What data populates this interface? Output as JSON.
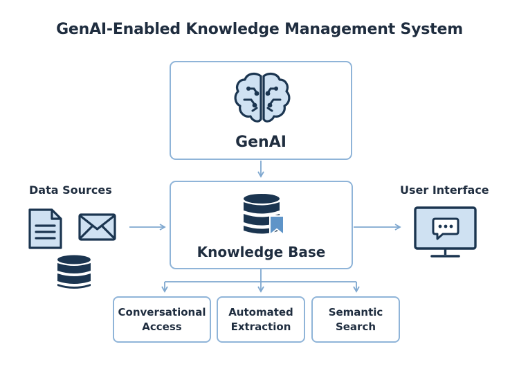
{
  "title": "GenAI-Enabled Knowledge Management System",
  "genai": {
    "label": "GenAI",
    "icon": "brain-circuit-icon"
  },
  "knowledge_base": {
    "label": "Knowledge Base",
    "icon": "database-bookmark-icon"
  },
  "data_sources": {
    "label": "Data Sources",
    "icons": [
      "document-icon",
      "envelope-icon",
      "database-icon"
    ]
  },
  "user_interface": {
    "label": "User Interface",
    "icon": "monitor-chat-icon"
  },
  "functions": [
    {
      "line1": "Conversational",
      "line2": "Access"
    },
    {
      "line1": "Automated",
      "line2": "Extraction"
    },
    {
      "line1": "Semantic",
      "line2": "Search"
    }
  ],
  "colors": {
    "accent_stroke": "#8fb4d8",
    "icon_fill_light": "#cfe1f2",
    "icon_dark": "#1b3550",
    "text": "#1f2d3f"
  }
}
